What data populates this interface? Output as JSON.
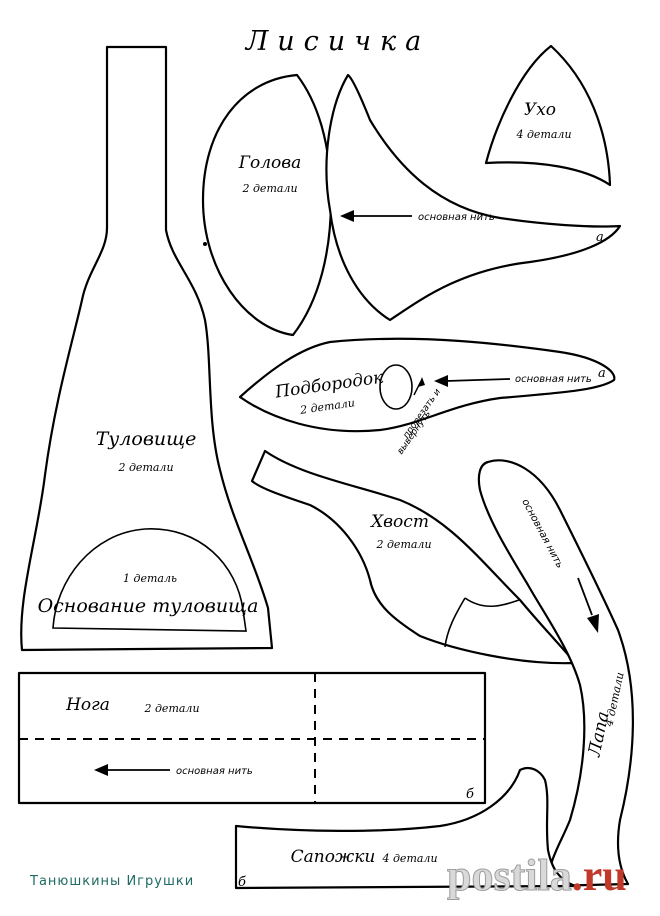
{
  "title": "Лисичка",
  "pieces": {
    "head": {
      "name": "Голова",
      "count": "2 детали",
      "grain": "основная нить",
      "mark": "а"
    },
    "ear": {
      "name": "Ухо",
      "count": "4 детали"
    },
    "chin": {
      "name": "Подбородок",
      "count": "2 детали",
      "grain": "основная нить",
      "mark": "а",
      "note_line1": "прорезать и",
      "note_line2": "вывернуть"
    },
    "body": {
      "name": "Туловище",
      "count": "2 детали"
    },
    "body_base": {
      "count": "1 деталь",
      "name": "Основание туловища"
    },
    "tail": {
      "name": "Хвост",
      "count": "2 детали"
    },
    "paw": {
      "name": "Лапа",
      "count": "4 детали",
      "grain": "основная нить"
    },
    "leg": {
      "name": "Нога",
      "count": "2 детали",
      "grain": "основная нить",
      "mark": "б"
    },
    "boots": {
      "name": "Сапожки",
      "count": "4 детали",
      "mark": "б"
    }
  },
  "signature": "Танюшкины Игрушки",
  "watermark": {
    "main": "postila",
    "suffix": ".ru",
    "color_main": "#d9d9d9",
    "color_suffix": "#c0392b"
  }
}
